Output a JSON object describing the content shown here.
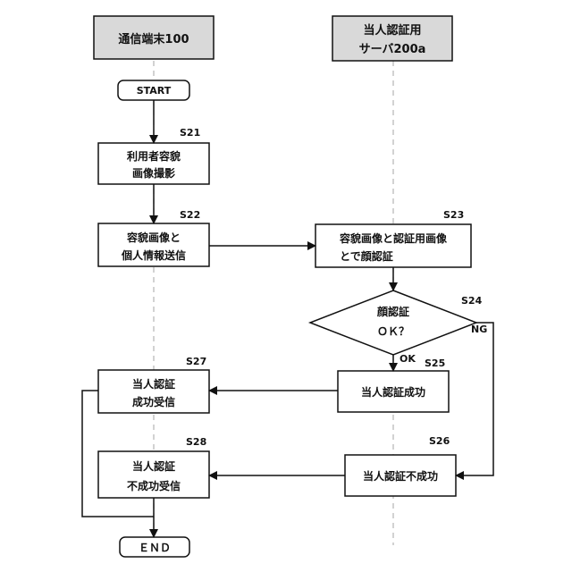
{
  "lanes": {
    "left": {
      "label": "通信端末100"
    },
    "right": {
      "line1": "当人認証用",
      "line2": "サーバ200a"
    }
  },
  "terminals": {
    "start": "START",
    "end": "ＥＮＤ"
  },
  "steps": {
    "s21": {
      "id": "S21",
      "line1": "利用者容貌",
      "line2": "画像撮影"
    },
    "s22": {
      "id": "S22",
      "line1": "容貌画像と",
      "line2": "個人情報送信"
    },
    "s23": {
      "id": "S23",
      "line1": "容貌画像と認証用画像",
      "line2": "とで顔認証"
    },
    "s24": {
      "id": "S24",
      "line1": "顔認証",
      "line2": "ＯＫ？"
    },
    "s25": {
      "id": "S25",
      "text": "当人認証成功"
    },
    "s26": {
      "id": "S26",
      "text": "当人認証不成功"
    },
    "s27": {
      "id": "S27",
      "line1": "当人認証",
      "line2": "成功受信"
    },
    "s28": {
      "id": "S28",
      "line1": "当人認証",
      "line2": "不成功受信"
    }
  },
  "branches": {
    "ok": "OK",
    "ng": "NG"
  },
  "colors": {
    "lane_header_fill": "#d9d9d9",
    "line": "#111111",
    "dashed": "#b3b3b3"
  }
}
